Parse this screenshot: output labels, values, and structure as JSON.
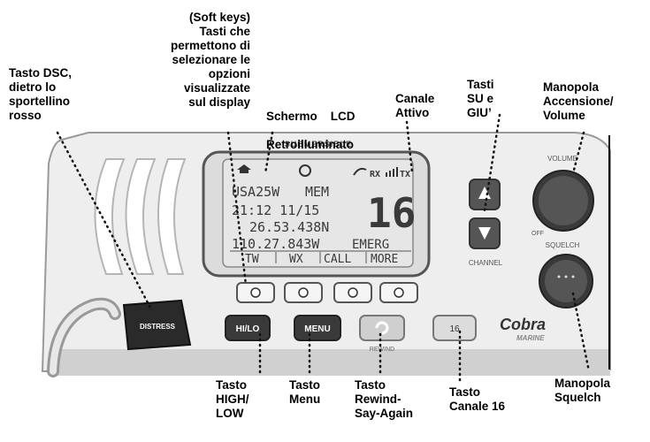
{
  "labels": {
    "dsc": "Tasto DSC,\ndietro lo\nsportellino\nrosso",
    "softkeys": "(Soft keys)\nTasti che\npermettono di\nselezionare le\nopzioni\nvisualizzate\nsul display",
    "lcd_line1": "Schermo    LCD",
    "lcd_line2": "Retroilluminato",
    "active_channel": "Canale\nAttivo",
    "updown": "Tasti\nSU e\nGIU’",
    "volume_knob": "Manopola\nAccensione/\nVolume",
    "highlow": "Tasto\nHIGH/\nLOW",
    "menu": "Tasto\nMenu",
    "rewind": "Tasto\nRewind-\nSay-Again",
    "ch16": "Tasto\nCanale 16",
    "squelch_knob": "Manopola\nSquelch"
  },
  "device": {
    "brand_top": "SUBMERSIBLE",
    "lcd": {
      "line1_left": "USA25W",
      "line1_mid": "MEM",
      "rx": "RX",
      "tx": "TX",
      "time_date": "21:12 11/15",
      "latitude": "26.53.438N",
      "longitude": "110.27.843W",
      "emerg": "EMERG",
      "channel": "16",
      "softkey1": "TW",
      "softkey2": "WX",
      "softkey3": "CALL",
      "softkey4": "MORE"
    },
    "btn_highlow": "HI/LO",
    "btn_menu": "MENU",
    "btn_16": "16",
    "rewind_caption": "REWIND",
    "distress": "DISTRESS",
    "volume": "VOLUME",
    "off": "OFF",
    "squelch": "SQUELCH",
    "channel": "CHANNEL",
    "brand": "Cobra",
    "brand_sub": "MARINE"
  }
}
